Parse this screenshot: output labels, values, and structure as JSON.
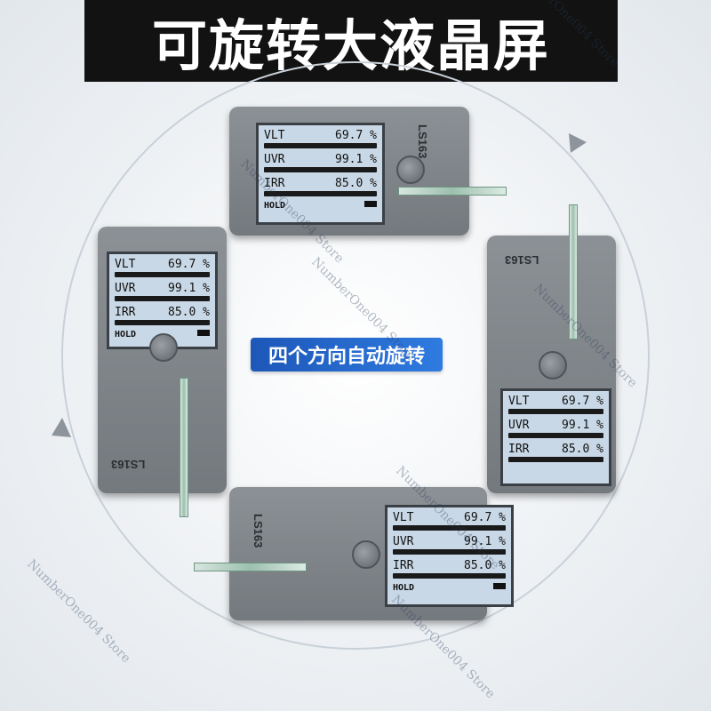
{
  "banner": {
    "title": "可旋转大液晶屏"
  },
  "center": {
    "label": "四个方向自动旋转"
  },
  "device": {
    "model": "LS163",
    "subtitle": "Transmission Meter",
    "readings": [
      {
        "label": "VLT",
        "value": "69.7",
        "unit": "%"
      },
      {
        "label": "UVR",
        "value": "99.1",
        "unit": "%"
      },
      {
        "label": "IRR",
        "value": "85.0",
        "unit": "%"
      }
    ],
    "hold": "HOLD"
  },
  "watermark": "NumberOne004 Store",
  "colors": {
    "banner_bg": "#121212",
    "label_bg": "#2f7be0",
    "device_body": "#80858a"
  }
}
